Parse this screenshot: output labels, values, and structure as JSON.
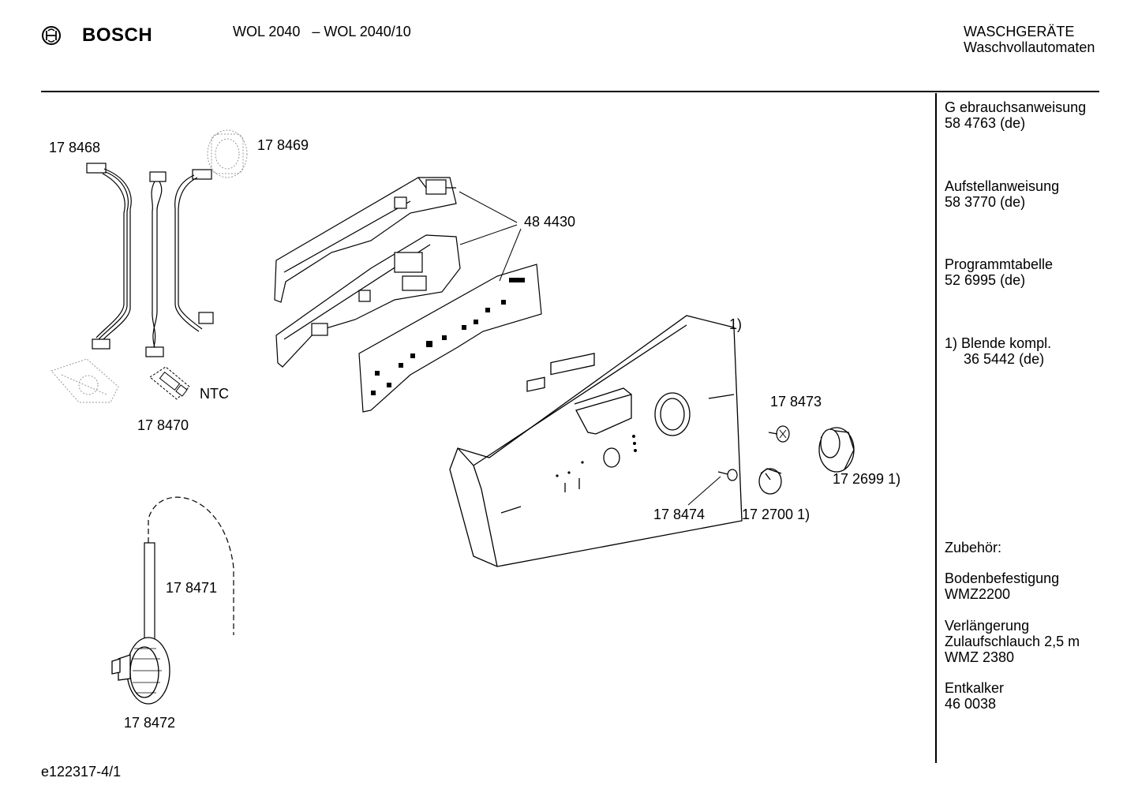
{
  "header": {
    "brand": "BOSCH",
    "model": "WOL 2040   – WOL 2040/10",
    "category_line1": "WASCHGERÄTE",
    "category_line2": "Waschvollautomaten"
  },
  "sidebar": {
    "docs": [
      {
        "title": "G ebrauchsanweisung",
        "code": "58 4763 (de)"
      },
      {
        "title": "Aufstellanweisung",
        "code": "58 3770 (de)"
      },
      {
        "title": "Programmtabelle",
        "code": "52 6995 (de)"
      }
    ],
    "note": {
      "marker": "1)",
      "title": "Blende kompl.",
      "code": "36 5442 (de)"
    },
    "accessories_heading": "Zubehör:",
    "accessories": [
      {
        "line1": "Bodenbefestigung",
        "line2": "WMZ2200"
      },
      {
        "line1": "Verlängerung",
        "line2": "Zulaufschlauch 2,5 m",
        "line3": "WMZ 2380"
      },
      {
        "line1": "Entkalker",
        "line2": "46 0038"
      }
    ]
  },
  "parts": {
    "p178468": "17 8468",
    "p178469": "17 8469",
    "p484430": "48 4430",
    "ntc": "NTC",
    "p178470": "17 8470",
    "panel_marker": "1)",
    "p178473": "17 8473",
    "p172699": "17 2699 1)",
    "p178474": "17 8474",
    "p172700": "17 2700 1)",
    "p178471": "17 8471",
    "p178472": "17 8472"
  },
  "footer": {
    "doc_id": "e122317-4/1"
  }
}
